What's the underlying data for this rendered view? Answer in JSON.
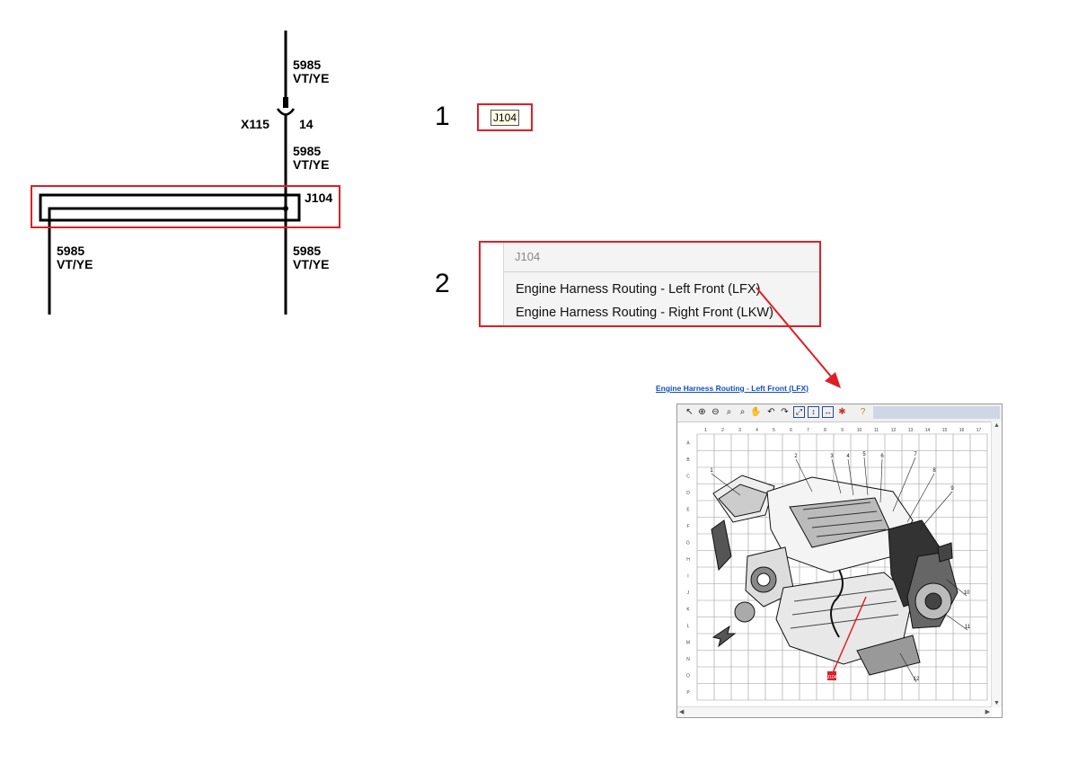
{
  "schematic": {
    "top_wire_number": "5985",
    "top_wire_color": "VT/YE",
    "connector_name": "X115",
    "connector_pin": "14",
    "mid_wire_number": "5985",
    "mid_wire_color": "VT/YE",
    "splice_label": "J104",
    "left_wire_number": "5985",
    "left_wire_color": "VT/YE",
    "right_wire_number": "5985",
    "right_wire_color": "VT/YE"
  },
  "step1": {
    "number": "1",
    "tag_label": "J104"
  },
  "step2": {
    "number": "2",
    "menu_header": "J104",
    "items": [
      "Engine Harness Routing - Left Front (LFX)",
      "Engine Harness Routing - Right Front (LKW)"
    ]
  },
  "viewer": {
    "link_title": "Engine Harness Routing - Left Front (LFX)",
    "columns": [
      "1",
      "2",
      "3",
      "4",
      "5",
      "6",
      "7",
      "8",
      "9",
      "10",
      "11",
      "12",
      "13",
      "14",
      "15",
      "16",
      "17"
    ],
    "rows": [
      "A",
      "B",
      "C",
      "D",
      "E",
      "F",
      "G",
      "H",
      "I",
      "J",
      "K",
      "L",
      "M",
      "N",
      "O",
      "P"
    ],
    "callouts": [
      "1",
      "2",
      "3",
      "4",
      "5",
      "6",
      "7",
      "8",
      "9",
      "10",
      "11",
      "12"
    ],
    "marker_label": "J104",
    "toolbar_icons": [
      "select-icon",
      "zoom-in-icon",
      "zoom-out-icon",
      "zoom-window-icon",
      "zoom-area-icon",
      "pan-icon",
      "rotate-left-icon",
      "rotate-right-icon",
      "fit-all-icon",
      "fit-height-icon",
      "fit-width-icon",
      "highlight-icon",
      "help-icon"
    ]
  },
  "colors": {
    "callout_red": "#e01e25",
    "link_blue": "#1150b8"
  }
}
